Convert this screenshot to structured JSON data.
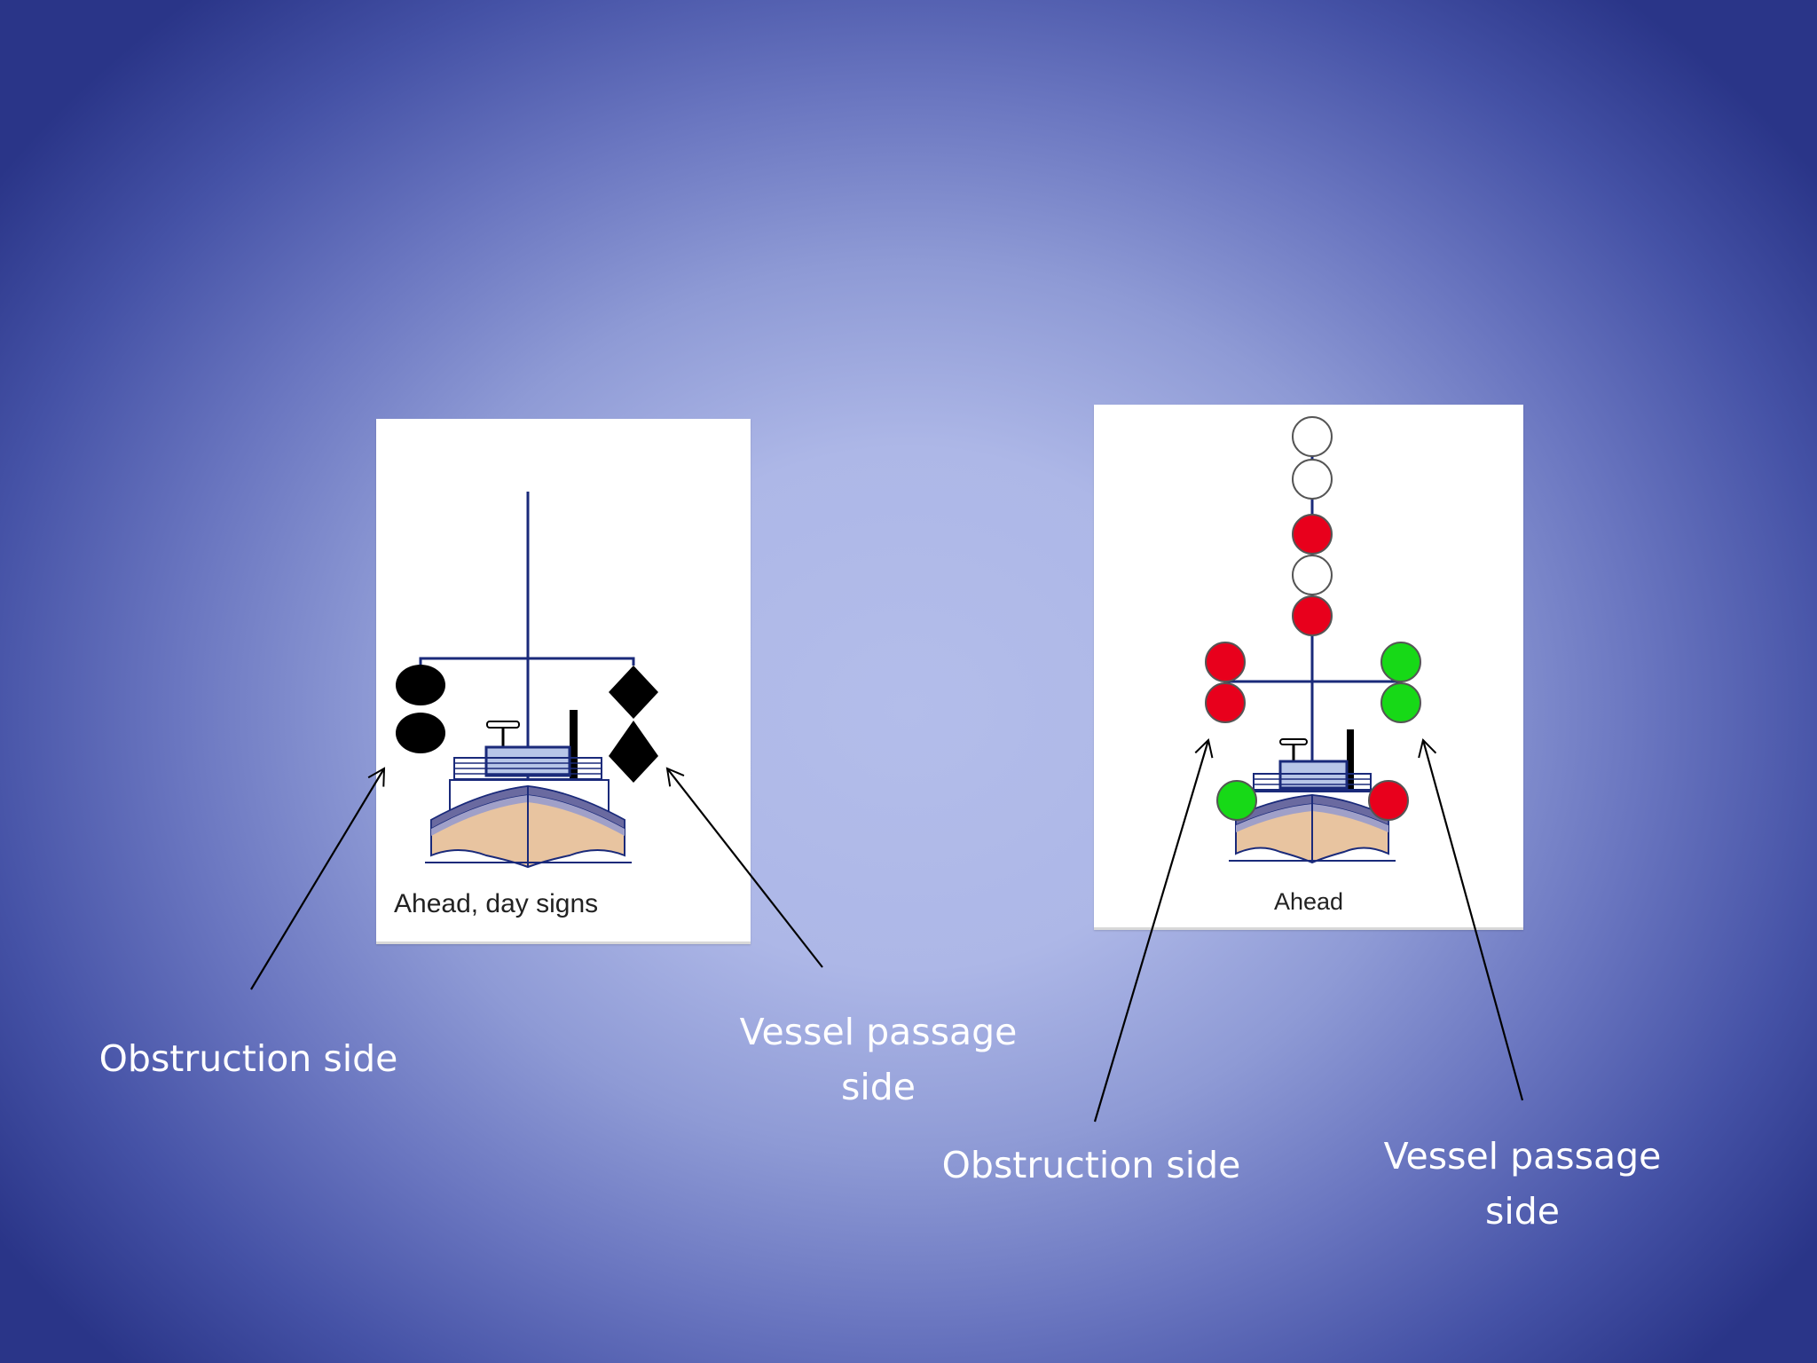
{
  "panels": {
    "left": {
      "caption": "Ahead, day signs",
      "obstruction_side_signs": [
        "ball",
        "ball"
      ],
      "passage_side_signs": [
        "diamond",
        "diamond"
      ],
      "sign_color": "#000000"
    },
    "right": {
      "caption": "Ahead",
      "mast_lights": [
        "white",
        "white",
        "red",
        "white",
        "red"
      ],
      "obstruction_side_lights": [
        "red",
        "red"
      ],
      "passage_side_lights": [
        "green",
        "green"
      ],
      "sidelights": {
        "port": "green",
        "starboard": "red"
      }
    }
  },
  "labels": {
    "obstruction_left": "Obstruction side",
    "vessel_left_line1": "Vessel passage",
    "vessel_left_line2": "side",
    "obstruction_right": "Obstruction side",
    "vessel_right_line1": "Vessel passage",
    "vessel_right_line2": "side"
  },
  "colors": {
    "red_light": "#e8001c",
    "green_light": "#17d917",
    "white_light": "#ffffff",
    "hull": "#e8c4a0",
    "cabin": "#b8c6e8",
    "rigging": "#1a2a7a"
  }
}
